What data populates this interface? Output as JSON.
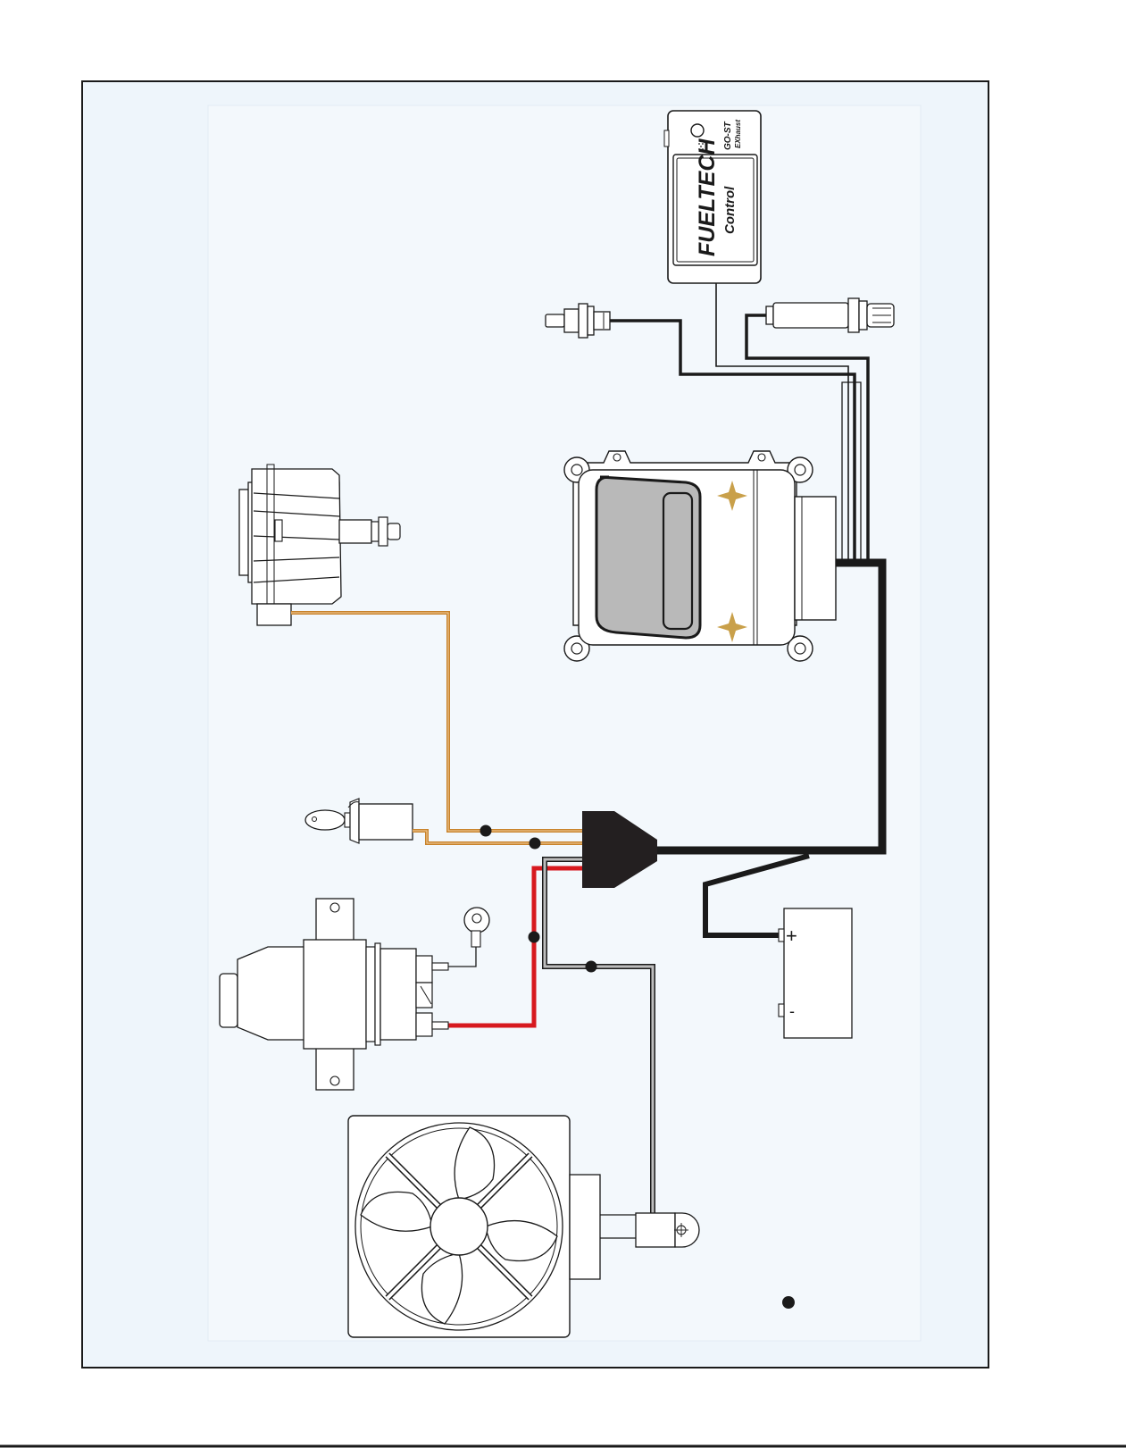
{
  "device": {
    "brand": "FUELTECH",
    "name": "Control",
    "model": "GO-ST",
    "sub": "EXhaust"
  },
  "colors": {
    "background": "#eef5fb",
    "border": "#1a1a1a",
    "wire_black": "#1a1a1a",
    "wire_orange": "#c8822a",
    "wire_red": "#d7191f",
    "wire_gray": "#9a9a9a",
    "ecu_panel": "#b9b9b9",
    "star_gold": "#c9a04a"
  },
  "battery": {
    "plus": "+",
    "minus": "-"
  }
}
